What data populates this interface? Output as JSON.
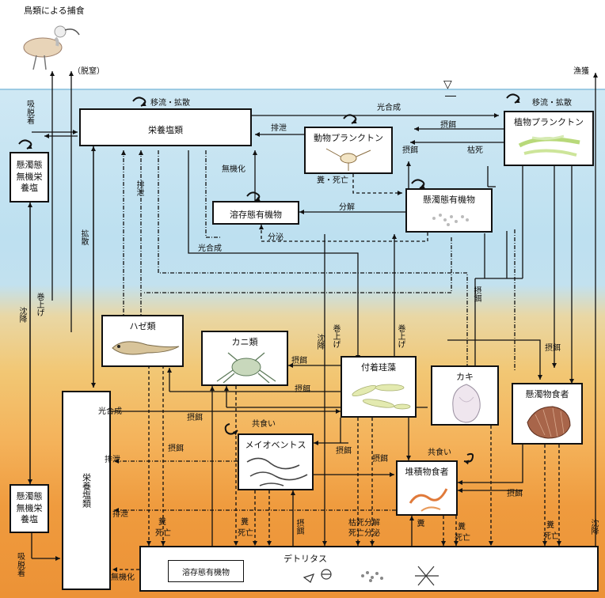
{
  "labels": {
    "bird_predation": "鳥類による捕食",
    "nitrification": "（脱窒）",
    "fishing": "漁獲",
    "adsorb_top": "吸脱着",
    "adsorb_bottom": "吸脱着",
    "advection_left": "移流・拡散",
    "advection_right": "移流・拡散",
    "photosynthesis_top": "光合成",
    "photosynthesis_mid": "光合成",
    "photosynthesis_low": "光合成",
    "excretion_zoo": "排泄",
    "grazing_zoo_phyto": "摂餌",
    "grazing_zoo_susp": "摂餌",
    "withered": "枯死",
    "feces_death": "糞・死亡",
    "decomp": "分解",
    "secretion": "分泌",
    "mineralization_top": "無機化",
    "excretion_mid": "排泄",
    "diffusion": "拡散",
    "resuspension": "巻上げ",
    "sedimentation": "沈降",
    "sedimentation2": "沈降",
    "resuspension2": "巻上げ",
    "resuspension3": "巻上げ",
    "grazing_oyster": "摂餌",
    "grazing_susp": "摂餌",
    "grazing_crab": "摂餌",
    "grazing_crab2": "摂餌",
    "grazing_crab3": "摂餌",
    "grazing_meio": "摂餌",
    "grazing_meio2": "摂餌",
    "grazing_deposit": "摂餌",
    "grazing_deposit2": "摂餌",
    "grazing_susp2": "摂餌",
    "cannibal_meio": "共食い",
    "cannibal_deposit": "共食い",
    "excretion_low1": "排泄",
    "excretion_low2": "排泄",
    "feces_low1": "糞",
    "death_low1": "死亡",
    "feces_low2": "糞",
    "death_low2": "死亡",
    "feces_low3": "糞",
    "death_low3": "死亡",
    "feces_low4": "糞",
    "death_low4": "死亡",
    "wither_decomp": "枯死",
    "decomp_low": "分解",
    "secretion_low": "分泌",
    "mineralization_low": "無機化",
    "sedimentation_right": "沈降"
  },
  "boxes": {
    "nutrients_water": "栄養塩類",
    "phytoplankton": "植物プランクトン",
    "zooplankton": "動物プランクトン",
    "susp_organic": "懸濁態有機物",
    "dissolved_organic": "溶存態有機物",
    "susp_inorganic_top": "懸濁態無機栄養塩",
    "goby": "ハゼ類",
    "crab": "カニ類",
    "algae": "付着珪藻",
    "oyster": "カキ",
    "susp_feeder": "懸濁物食者",
    "meiobenthos": "メイオベントス",
    "deposit_feeder": "堆積物食者",
    "nutrients_sediment": "栄養塩類",
    "susp_inorganic_bottom": "懸濁態無機栄養塩",
    "detritus": "デトリタス",
    "dissolved_organic_bottom": "溶存態有機物"
  },
  "symbols": {
    "water_level": "▽"
  }
}
